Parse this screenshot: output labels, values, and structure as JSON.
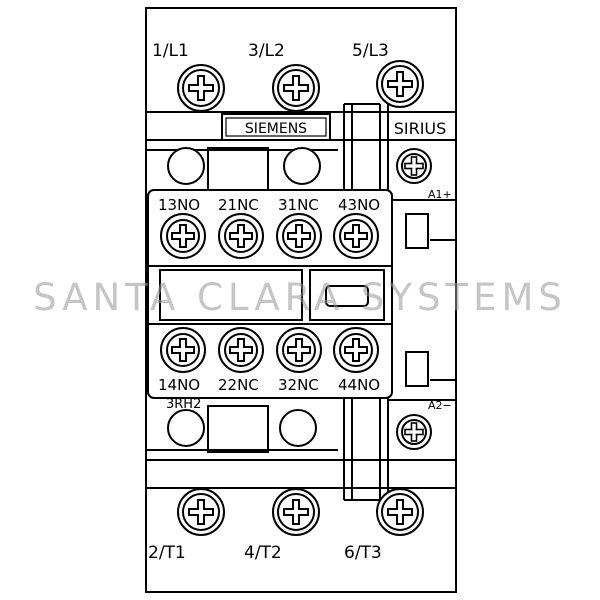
{
  "labels": {
    "main_top": [
      "1/L1",
      "3/L2",
      "5/L3"
    ],
    "main_bottom": [
      "2/T1",
      "4/T2",
      "6/T3"
    ],
    "aux_top": [
      "13NO",
      "21NC",
      "31NC",
      "43NO"
    ],
    "aux_bottom": [
      "14NO",
      "22NC",
      "32NC",
      "44NO"
    ],
    "brand": "SIEMENS",
    "series": "SIRIUS",
    "coil_top": "A1+",
    "coil_bottom": "A2−",
    "partial_label": "3RH2"
  },
  "watermark": "SANTA CLARA SYSTEMS",
  "colors": {
    "line": "#000000",
    "background": "#ffffff",
    "watermark": "#969696"
  }
}
